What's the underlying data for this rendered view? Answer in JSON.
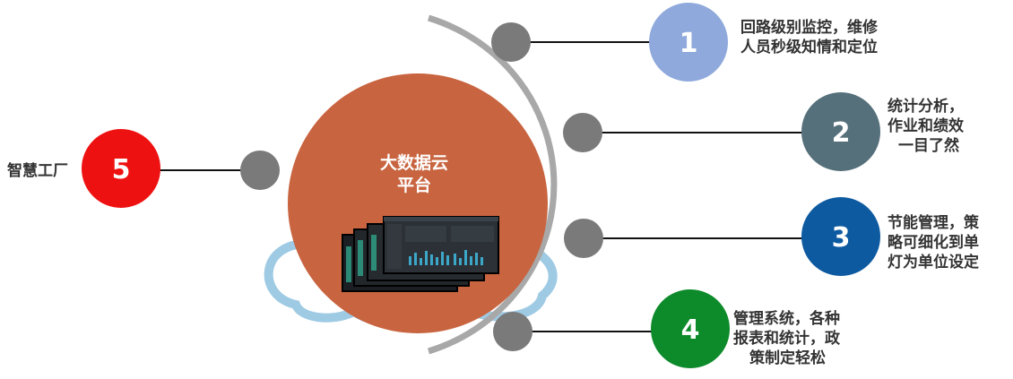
{
  "center": {
    "title_line1": "大数据云",
    "title_line2": "平台",
    "color": "#c8643f"
  },
  "left_node": {
    "number": "5",
    "label": "智慧工厂",
    "color": "#ee1111"
  },
  "items": [
    {
      "number": "1",
      "color": "#8fa9dc",
      "lines": [
        "回路级别监控，维修",
        "人员秒级知情和定位"
      ]
    },
    {
      "number": "2",
      "color": "#56707b",
      "lines": [
        "统计分析，",
        "作业和绩效",
        "一目了然"
      ]
    },
    {
      "number": "3",
      "color": "#0d5aa1",
      "lines": [
        "节能管理，策",
        "略可细化到单",
        "灯为单位设定"
      ]
    },
    {
      "number": "4",
      "color": "#0d8a2a",
      "lines": [
        "管理系统，各种",
        "报表和统计，政",
        "策制定轻松"
      ]
    }
  ],
  "colors": {
    "connector_dot": "#7a7a7a",
    "arc": "#a8a8a8",
    "line": "#111111",
    "cloud": "#7fb4d6"
  }
}
